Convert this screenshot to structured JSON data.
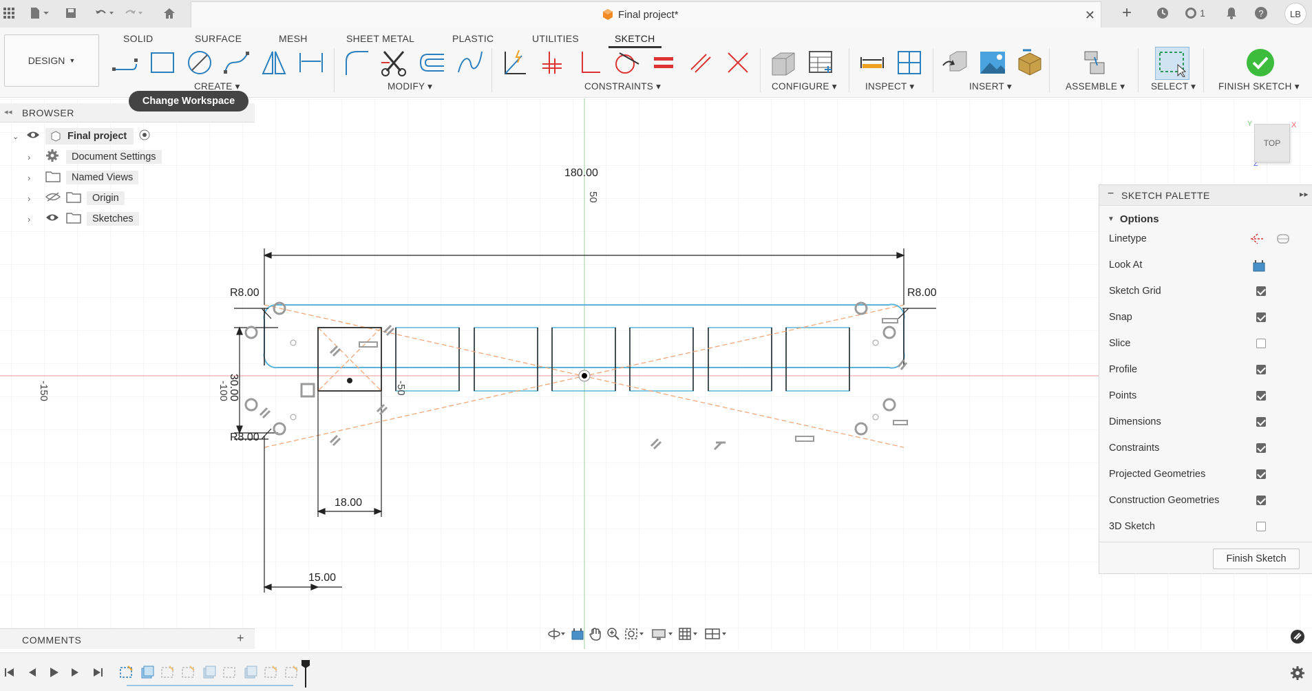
{
  "title_bar": {
    "document_title": "Final project*",
    "notification_count": "1",
    "user_initials": "LB"
  },
  "ribbon": {
    "workspace_button": "DESIGN",
    "tabs": [
      "SOLID",
      "SURFACE",
      "MESH",
      "SHEET METAL",
      "PLASTIC",
      "UTILITIES",
      "SKETCH"
    ],
    "active_tab": "SKETCH",
    "groups": {
      "create": "CREATE",
      "modify": "MODIFY",
      "constraints": "CONSTRAINTS",
      "configure": "CONFIGURE",
      "inspect": "INSPECT",
      "insert": "INSERT",
      "assemble": "ASSEMBLE",
      "select": "SELECT",
      "finish": "FINISH SKETCH"
    }
  },
  "tooltip": "Change Workspace",
  "browser": {
    "header": "BROWSER",
    "items": [
      {
        "label": "Final project"
      },
      {
        "label": "Document Settings"
      },
      {
        "label": "Named Views"
      },
      {
        "label": "Origin"
      },
      {
        "label": "Sketches"
      }
    ]
  },
  "sketch": {
    "dimensions": {
      "overall_width": "180.00",
      "height": "30.00",
      "radius_top_left": "R8.00",
      "radius_top_right": "R8.00",
      "radius_bottom_left": "R8.00",
      "slot_width": "18.00",
      "offset": "15.00"
    },
    "axis_labels": {
      "y_top": "50",
      "x_left": "-150",
      "x_mid": "-100",
      "x_inner": "-50"
    }
  },
  "view_cube": {
    "face": "TOP"
  },
  "palette": {
    "header": "SKETCH PALETTE",
    "section": "Options",
    "rows": [
      {
        "label": "Linetype"
      },
      {
        "label": "Look At"
      },
      {
        "label": "Sketch Grid",
        "checked": true
      },
      {
        "label": "Snap",
        "checked": true
      },
      {
        "label": "Slice",
        "checked": false
      },
      {
        "label": "Profile",
        "checked": true
      },
      {
        "label": "Points",
        "checked": true
      },
      {
        "label": "Dimensions",
        "checked": true
      },
      {
        "label": "Constraints",
        "checked": true
      },
      {
        "label": "Projected Geometries",
        "checked": true
      },
      {
        "label": "Construction Geometries",
        "checked": true
      },
      {
        "label": "3D Sketch",
        "checked": false
      }
    ],
    "finish_button": "Finish Sketch"
  },
  "comments": {
    "label": "COMMENTS"
  }
}
